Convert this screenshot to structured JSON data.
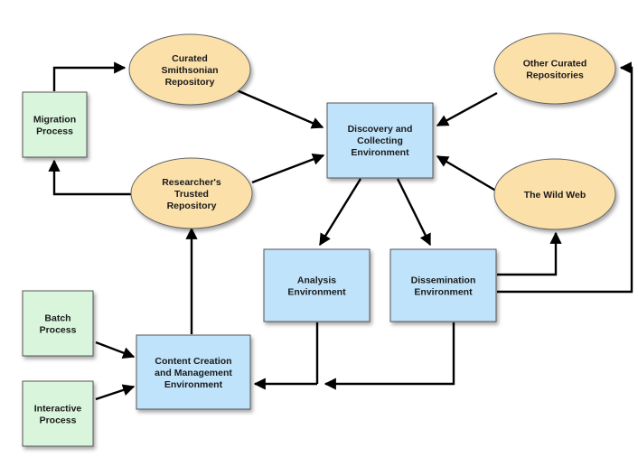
{
  "colors": {
    "process_fill": "#d9f5dc",
    "environment_fill": "#bfe3fb",
    "repository_fill": "#fbe0aa",
    "edge": "#000000"
  },
  "nodes": {
    "migration_process": [
      "Migration",
      "Process"
    ],
    "batch_process": [
      "Batch",
      "Process"
    ],
    "interactive_process": [
      "Interactive",
      "Process"
    ],
    "curated_smithsonian": [
      "Curated",
      "Smithsonian",
      "Repository"
    ],
    "researchers_trusted": [
      "Researcher's",
      "Trusted",
      "Repository"
    ],
    "other_curated": [
      "Other Curated",
      "Repositories"
    ],
    "wild_web": [
      "The Wild Web"
    ],
    "discovery_env": [
      "Discovery and",
      "Collecting",
      "Environment"
    ],
    "analysis_env": [
      "Analysis",
      "Environment"
    ],
    "dissemination_env": [
      "Dissemination",
      "Environment"
    ],
    "content_creation_env": [
      "Content Creation",
      "and Management",
      "Environment"
    ]
  }
}
